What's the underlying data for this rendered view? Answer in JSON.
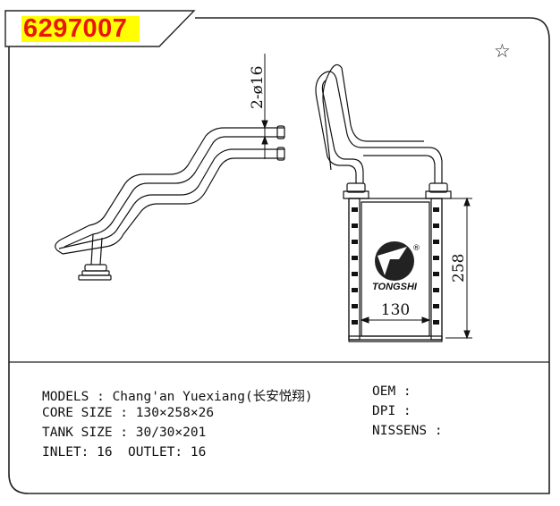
{
  "header": {
    "part_number": "6297007",
    "star_icon": "star-outline-icon",
    "accent": "#ffff00",
    "text_color": "#e8160c"
  },
  "drawing": {
    "pipe_label": "2-ø16",
    "width_label": "130",
    "height_label": "258",
    "logo_text": "TONGSHI",
    "logo_mark": "®"
  },
  "specs": {
    "models": "MODELS : Chang'an Yuexiang(长安悦翔)",
    "core_size": "CORE SIZE : 130×258×26",
    "tank_size": "TANK SIZE : 30/30×201",
    "inlet_outlet": "INLET: 16  OUTLET: 16",
    "oem": "OEM :",
    "dpi": "DPI :",
    "nissens": "NISSENS :"
  }
}
